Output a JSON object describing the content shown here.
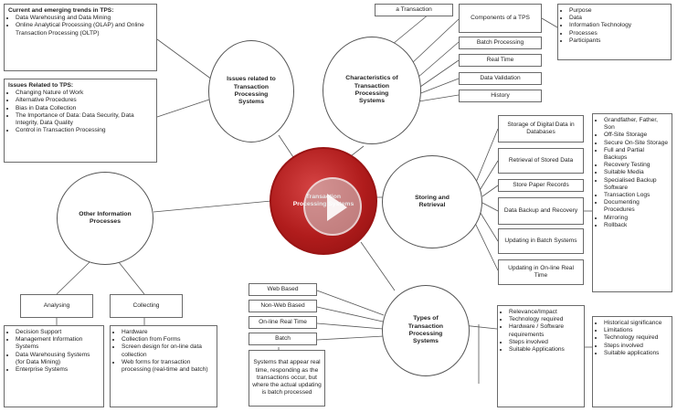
{
  "diagram": {
    "center": "Transaction Processing Systems",
    "nodes": {
      "issues_related": "Issues related to Transaction Processing Systems",
      "characteristics": "Characteristics of Transaction Processing Systems",
      "other_processes": "Other Information Processes",
      "storing": "Storing and Retrieval",
      "types": "Types of Transaction Processing Systems"
    },
    "trends_box": {
      "heading": "Current and emerging trends in TPS:",
      "items": [
        "Data Warehousing and Data Mining",
        "Online Analytical Processing (OLAP) and Online Transaction Processing (OLTP)"
      ]
    },
    "issues_box": {
      "heading": "Issues Related to TPS:",
      "items": [
        "Changing Nature of Work",
        "Alternative Procedures",
        "Bias in Data Collection",
        "The Importance of Data: Data Security, Data Integrity, Data Quality",
        "Control in Transaction Processing"
      ]
    },
    "characteristics_labels": {
      "transaction": "a Transaction",
      "components": "Components of a TPS",
      "batch": "Batch Processing",
      "realtime": "Real Time",
      "validation": "Data Validation",
      "history": "History"
    },
    "components_box": {
      "items": [
        "Purpose",
        "Data",
        "Information Technology",
        "Processes",
        "Participants"
      ]
    },
    "storing_labels": {
      "storage": "Storage of Digital Data in Databases",
      "retrieval": "Retrieval of Stored Data",
      "paper": "Store Paper Records",
      "backup": "Data Backup and Recovery",
      "batch": "Updating in Batch Systems",
      "online": "Updating in On-line Real Time"
    },
    "backup_box": {
      "items": [
        "Grandfather, Father, Son",
        "Off-Site Storage",
        "Secure On-Site Storage",
        "Full and Partial Backups",
        "Recovery Testing",
        "Suitable Media",
        "Specialised Backup Software",
        "Transaction Logs",
        "Documenting Procedures",
        "Mirroring",
        "Rollback"
      ]
    },
    "other_labels": {
      "analysing": "Analysing",
      "collecting": "Collecting"
    },
    "analysing_box": {
      "items": [
        "Decision Support",
        "Management Information Systems",
        "Data Warehousing Systems (for Data Mining)",
        "Enterprise Systems"
      ]
    },
    "collecting_box": {
      "items": [
        "Hardware",
        "Collection from Forms",
        "Screen design for on-line data collection",
        "Web forms for transaction processing (real-time and batch)"
      ]
    },
    "types_labels": {
      "web": "Web Based",
      "nonweb": "Non-Web Based",
      "online": "On-line Real Time",
      "batch": "Batch"
    },
    "types_note": "Systems that appear real time, responding as the transactions occur, but where the actual updating is batch processed",
    "types_detail_1": {
      "items": [
        "Relevance/Impact",
        "Technology required",
        "Hardware / Software requirements",
        "Steps involved",
        "Suitable Applications"
      ]
    },
    "types_detail_2": {
      "items": [
        "Historical significance",
        "Limitations",
        "Technology required",
        "Steps involved",
        "Suitable applications"
      ]
    },
    "colors": {
      "center_fill": "#b01c1c",
      "line": "#555555"
    }
  }
}
